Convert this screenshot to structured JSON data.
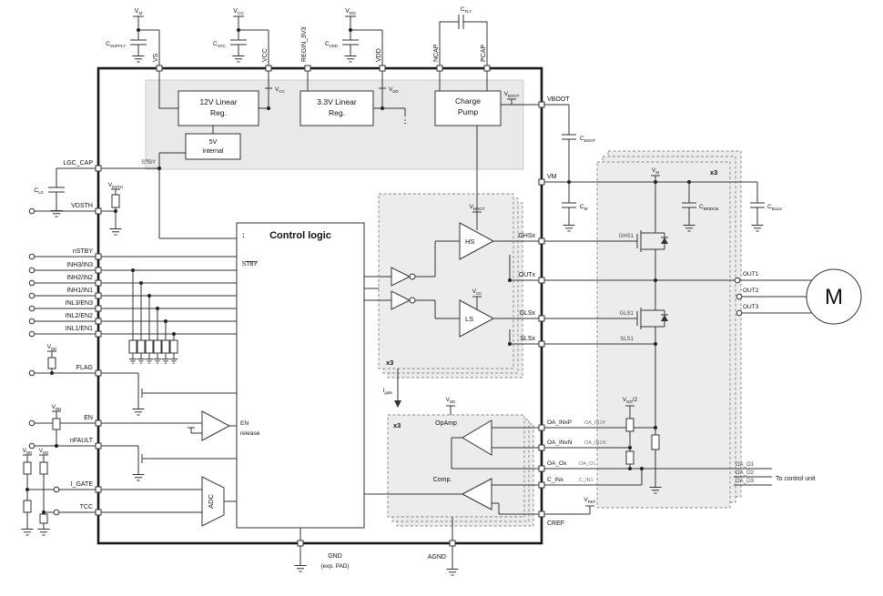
{
  "supplies": {
    "vm": {
      "m": "V",
      "s": "M"
    },
    "vcc": {
      "m": "V",
      "s": "CC"
    },
    "vdd": {
      "m": "V",
      "s": "DD"
    },
    "vboot": {
      "m": "V",
      "s": "BOOT"
    },
    "vref": {
      "m": "V",
      "s": "REF"
    },
    "vdsth": {
      "m": "V",
      "s": "DSTH"
    },
    "vdd2": {
      "m": "V",
      "s": "DD",
      "t": "/2"
    },
    "igate": {
      "m": "I",
      "s": "gate"
    },
    "stby": "STBY"
  },
  "caps": {
    "csupply": {
      "m": "C",
      "s": "SUPPLY"
    },
    "cvcc": {
      "m": "C",
      "s": "VCC"
    },
    "cvdd": {
      "m": "C",
      "s": "VDD"
    },
    "cfly": {
      "m": "C",
      "s": "FLY"
    },
    "cboot": {
      "m": "C",
      "s": "BOOT"
    },
    "cm": {
      "m": "C",
      "s": "M"
    },
    "cbridge": {
      "m": "C",
      "s": "BRIDGE"
    },
    "cbulk": {
      "m": "C",
      "s": "BULK"
    },
    "clg": {
      "m": "C",
      "s": "LG"
    }
  },
  "pins": {
    "top": {
      "vs": "VS",
      "vcc": "VCC",
      "regin": "REGIN_3V3",
      "vdd": "VDD",
      "ncap": "NCAP",
      "pcap": "PCAP"
    },
    "left": {
      "lgc_cap": "LGC_CAP",
      "vdsth": "VDSTH",
      "nstby": "nSTBY",
      "inh3": "INH3/IN3",
      "inh2": "INH2/IN2",
      "inh1": "INH1/IN1",
      "inl3": "INL3/EN3",
      "inl2": "INL2/EN2",
      "inl1": "INL1/EN1",
      "flag": "FLAG",
      "en": "EN",
      "nfault": "nFAULT",
      "igate": "I_GATE",
      "tcc": "TCC"
    },
    "right": {
      "vboot": "VBOOT",
      "vm": "VM",
      "ghsx": "GHSx",
      "outx": "OUTx",
      "glsx": "GLSx",
      "slsx": "SLSx",
      "oa_inxp": "OA_INxP",
      "oa_inxn": "OA_INxN",
      "oa_ox": "OA_Ox",
      "c_inx": "C_INx",
      "cref": "CREF"
    },
    "bottom": {
      "gnd": "GND",
      "exp_pad": "(exp. PAD)",
      "agnd": "AGND"
    }
  },
  "blocks": {
    "reg12_1": "12V Linear",
    "reg12_2": "Reg.",
    "reg33_1": "3.3V Linear",
    "reg33_2": "Reg.",
    "cp_1": "Charge",
    "cp_2": "Pump",
    "int5_1": "5V",
    "int5_2": "internal",
    "control": "Control logic",
    "adc": "ADC",
    "hs": "HS",
    "ls": "LS",
    "opamp": "OpAmp",
    "comp": "Comp.",
    "en_1": "EN",
    "en_2": "release",
    "x3": "x3"
  },
  "external": {
    "ghs1": "GHS1",
    "gls1": "GLS1",
    "sls1": "SLS1",
    "out1": "OUT1",
    "out2": "OUT2",
    "out3": "OUT3",
    "oa_o1": "OA_O1",
    "oa_o2": "OA_O2",
    "oa_o3": "OA_O3",
    "oa_in1p": "OA_IN1P",
    "oa_in1n": "OA_IN1N",
    "c_in1": "C_IN1",
    "motor": "M",
    "to_control_unit": "To control unit"
  },
  "misc": {
    "colon": ":"
  }
}
